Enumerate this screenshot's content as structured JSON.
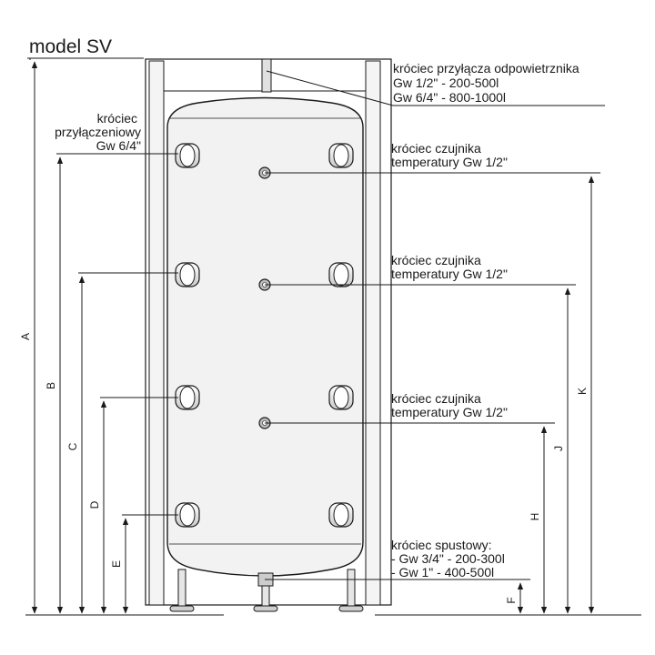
{
  "title": "model SV",
  "labels": {
    "vent": [
      "króciec przyłącza odpowietrznika",
      "Gw 1/2\" - 200-500l",
      "Gw 6/4\" - 800-1000l"
    ],
    "connection": [
      "króciec",
      "przyłączeniowy",
      "Gw 6/4\""
    ],
    "sensor_top": [
      "króciec czujnika",
      "temperatury Gw 1/2\""
    ],
    "sensor_mid": [
      "króciec czujnika",
      "temperatury Gw 1/2\""
    ],
    "sensor_low": [
      "króciec czujnika",
      "temperatury Gw 1/2\""
    ],
    "drain": [
      "króciec spustowy:",
      "- Gw 3/4\" - 200-300l",
      "- Gw 1\" - 400-500l"
    ]
  },
  "dimensions": [
    "A",
    "B",
    "C",
    "D",
    "E",
    "F",
    "H",
    "J",
    "K"
  ]
}
